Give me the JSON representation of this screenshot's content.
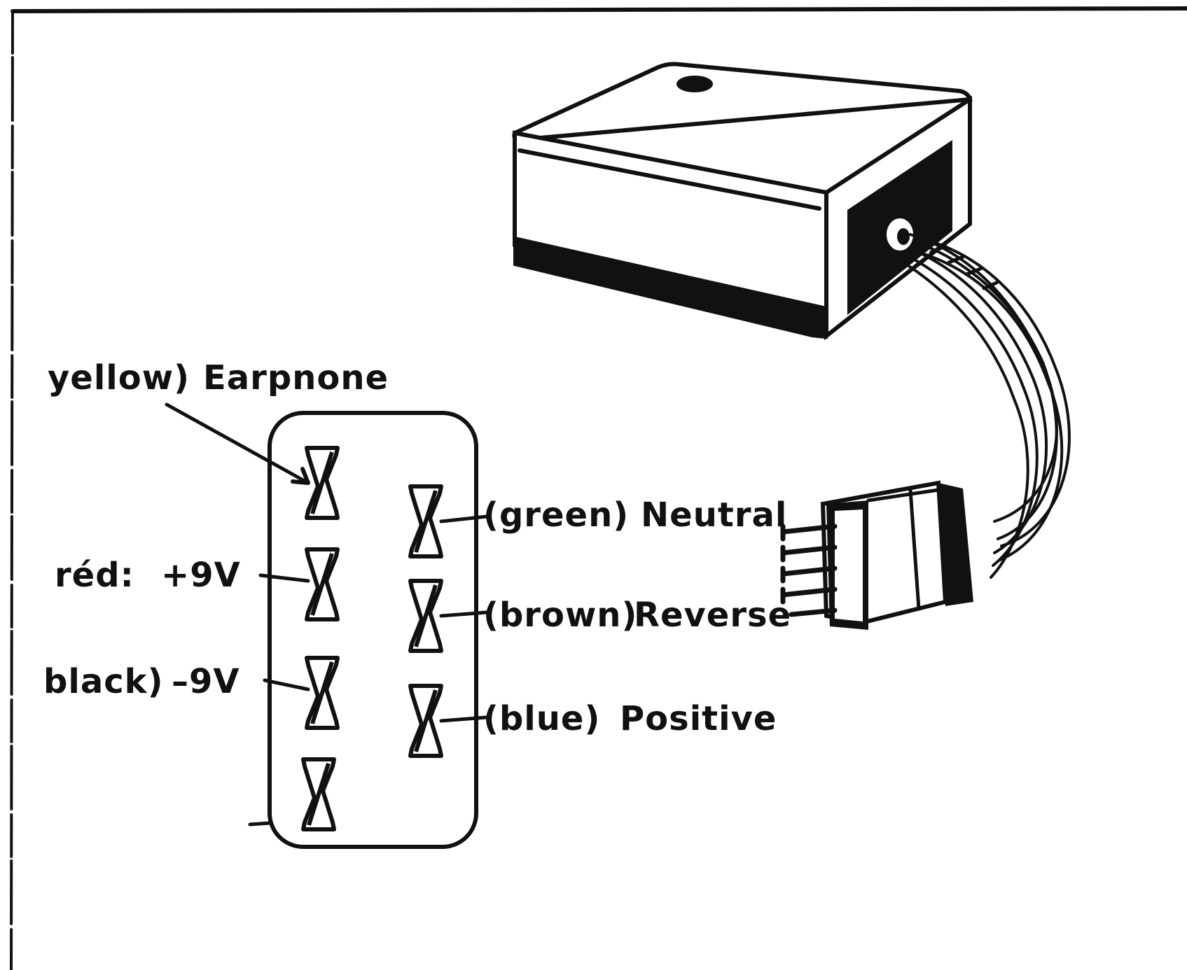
{
  "diagram": {
    "labels_left": {
      "yellow": "yellow)",
      "earphone": "Earpnone",
      "red": "réd:",
      "plus9v": "+9V",
      "black": "black)",
      "minus9v": "–9V"
    },
    "labels_right": {
      "green": "(green)",
      "neutral": "Neutral",
      "brown": "(brown)",
      "reverse": "Reverse",
      "blue": "(blue)",
      "positive": "Positive"
    },
    "colors": {
      "ink": "#111111",
      "paper": "#ffffff"
    }
  }
}
